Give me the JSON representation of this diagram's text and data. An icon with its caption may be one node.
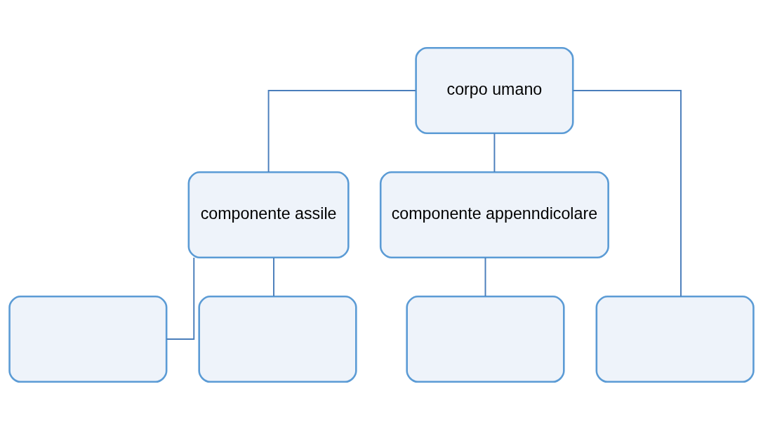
{
  "diagram": {
    "nodes": [
      {
        "text": [
          "corpo umano"
        ]
      },
      {
        "text": [
          "componente assile"
        ]
      },
      {
        "text": [
          "componente appenndicolare"
        ]
      },
      {
        "text": [],
        "shape": "box"
      },
      {
        "text": [],
        "shape": "box"
      },
      {
        "text": [],
        "shape": "box"
      },
      {
        "text": [],
        "shape": "box"
      }
    ],
    "edges": [
      {
        "from": 0,
        "to": 1,
        "arrow": "none"
      },
      {
        "from": 0,
        "to": 2,
        "arrow": "none"
      },
      {
        "from": 1,
        "to": 3,
        "arrow": "none"
      },
      {
        "from": 1,
        "to": 4,
        "arrow": "none"
      },
      {
        "from": 2,
        "to": 5,
        "arrow": "none"
      },
      {
        "from": 0,
        "to": 6,
        "arrow": "none"
      }
    ]
  }
}
